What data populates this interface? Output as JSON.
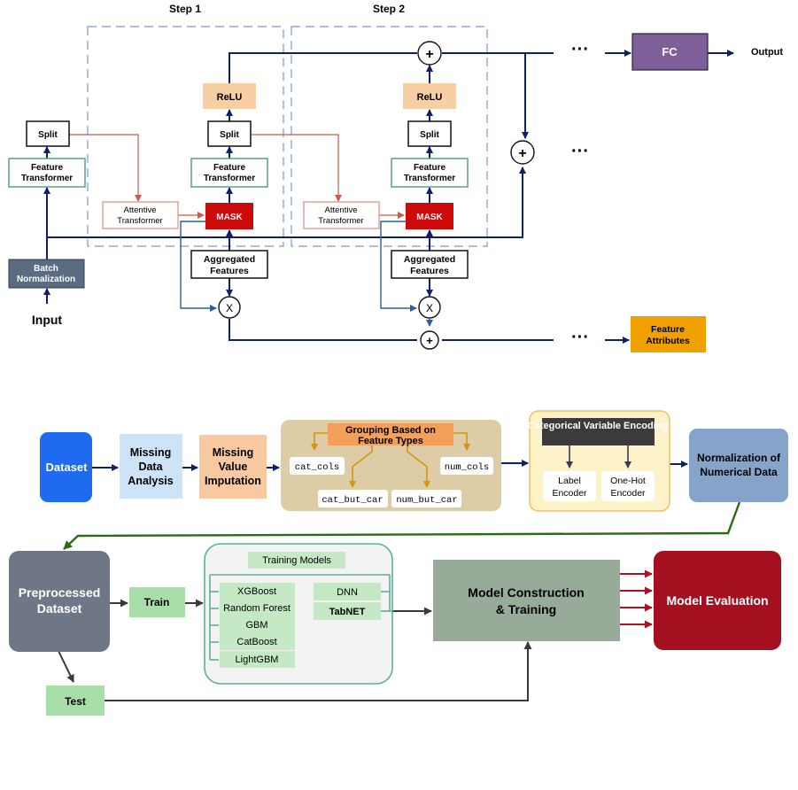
{
  "top": {
    "step1": "Step 1",
    "step2": "Step 2",
    "input": "Input",
    "batch_norm": [
      "Batch",
      "Normalization"
    ],
    "feature_transformer": [
      "Feature",
      "Transformer"
    ],
    "split": "Split",
    "attentive_transformer": [
      "Attentive",
      "Transformer"
    ],
    "mask": "MASK",
    "relu": "ReLU",
    "aggregated_features": [
      "Aggregated",
      "Features"
    ],
    "multiply": "X",
    "plus": "+",
    "ellipsis": "···",
    "fc": "FC",
    "output": "Output",
    "feature_attributes": [
      "Feature",
      "Attributes"
    ]
  },
  "bottom": {
    "dataset": "Dataset",
    "missing_data_analysis": [
      "Missing",
      "Data",
      "Analysis"
    ],
    "missing_value_imputation": [
      "Missing",
      "Value",
      "Imputation"
    ],
    "grouping": [
      "Grouping Based on",
      "Feature Types"
    ],
    "cat_cols": "cat_cols",
    "cat_but_car": "cat_but_car",
    "num_but_car": "num_but_car",
    "num_cols": "num_cols",
    "categorical_encoding": "Categorical Variable Encoding",
    "label_encoder": [
      "Label",
      "Encoder"
    ],
    "onehot_encoder": [
      "One-Hot",
      "Encoder"
    ],
    "normalization": [
      "Normalization of",
      "Numerical Data"
    ],
    "preprocessed": [
      "Preprocessed",
      "Dataset"
    ],
    "train": "Train",
    "test": "Test",
    "training_models": "Training Models",
    "models_left": [
      "XGBoost",
      "Random Forest",
      "GBM",
      "CatBoost",
      "LightGBM"
    ],
    "models_right": [
      "DNN",
      "TabNET"
    ],
    "model_construction": [
      "Model Construction",
      "& Training"
    ],
    "model_evaluation": "Model Evaluation"
  },
  "colors": {
    "navy": "#0f1f6b",
    "teal_border": "#5a9e8c",
    "salmon": "#d9776b",
    "mask_red": "#cc0a0a",
    "relu_orange": "#f8cfa3",
    "fc_purple": "#7e5f9a",
    "attr_orange": "#f0a000",
    "slate": "#5b6b82",
    "dataset_blue": "#1f6bf0",
    "light_blue": "#cde3f7",
    "peach": "#f8c9a0",
    "tan": "#dccda7",
    "amber": "#d9930a",
    "cream": "#fdf2c8",
    "dark_gray": "#3b3b3b",
    "norm_blue": "#86a3c9",
    "preproc_gray": "#6f7787",
    "train_green": "#a8dfa8",
    "green_arrow": "#2b6b12",
    "model_green": "#98aa98",
    "eval_red": "#a51020"
  }
}
